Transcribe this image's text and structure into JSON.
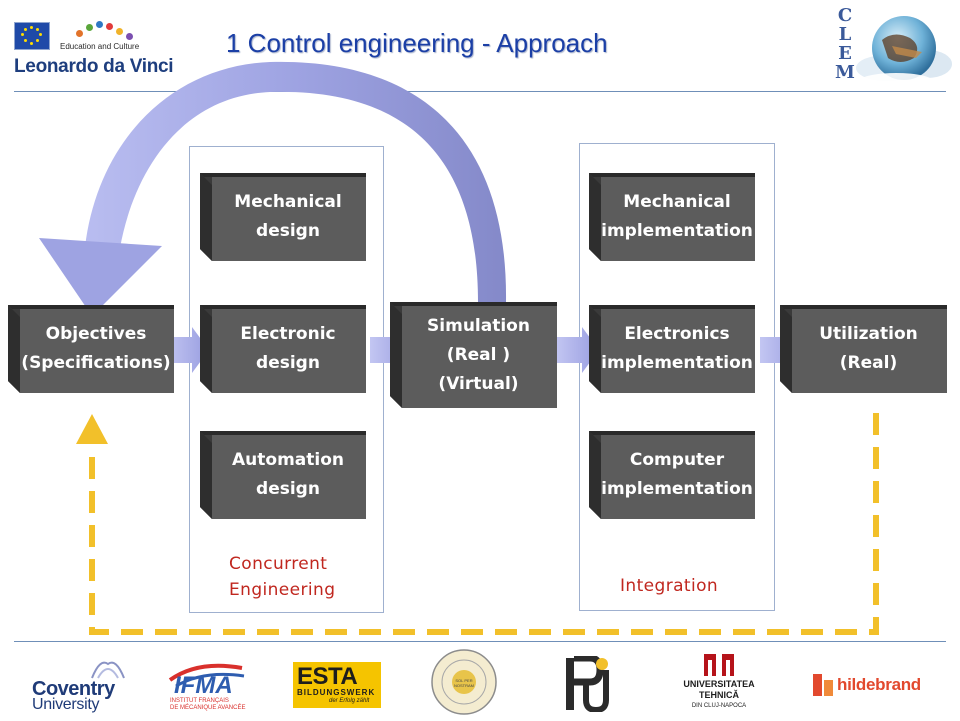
{
  "header": {
    "title": "1 Control engineering - Approach",
    "edu_caption": "Education and Culture",
    "program_name": "Leonardo da Vinci",
    "project_logo_letters": [
      "C",
      "L",
      "E",
      "M"
    ]
  },
  "blocks": {
    "objectives": [
      "Objectives",
      "(Specifications)"
    ],
    "mech_design": [
      "Mechanical",
      "design"
    ],
    "elec_design": [
      "Electronic",
      "design"
    ],
    "auto_design": [
      "Automation",
      "design"
    ],
    "simulation": [
      "Simulation",
      "(Real )",
      "(Virtual)"
    ],
    "mech_impl": [
      "Mechanical",
      "implementation"
    ],
    "elec_impl": [
      "Electronics",
      "implementation"
    ],
    "comp_impl": [
      "Computer",
      "implementation"
    ],
    "utilization": [
      "Utilization",
      "(Real)"
    ]
  },
  "notes": {
    "concurrent": [
      "Concurrent",
      "Engineering"
    ],
    "integration": "Integration"
  },
  "footer_logos": {
    "coventry": [
      "Coventry",
      "University"
    ],
    "ifma": [
      "IFMA",
      "INSTITUT FRANÇAIS",
      "DE MÉCANIQUE AVANCÉE"
    ],
    "esta": [
      "ESTA",
      "BILDUNGSWERK",
      "der Erfolg zählt"
    ],
    "seal": "SOL PER NOSTRAM",
    "utcn": [
      "UNIVERSITATEA",
      "TEHNICĂ",
      "DIN CLUJ-NAPOCA"
    ],
    "hildebrand": "hildebrand"
  },
  "colors": {
    "title": "#1b3fa6",
    "block_face": "#5a5a5a",
    "arrow_fill": "#a6abe6",
    "feedback_dash": "#f2c02a",
    "note_red": "#c0271f"
  }
}
